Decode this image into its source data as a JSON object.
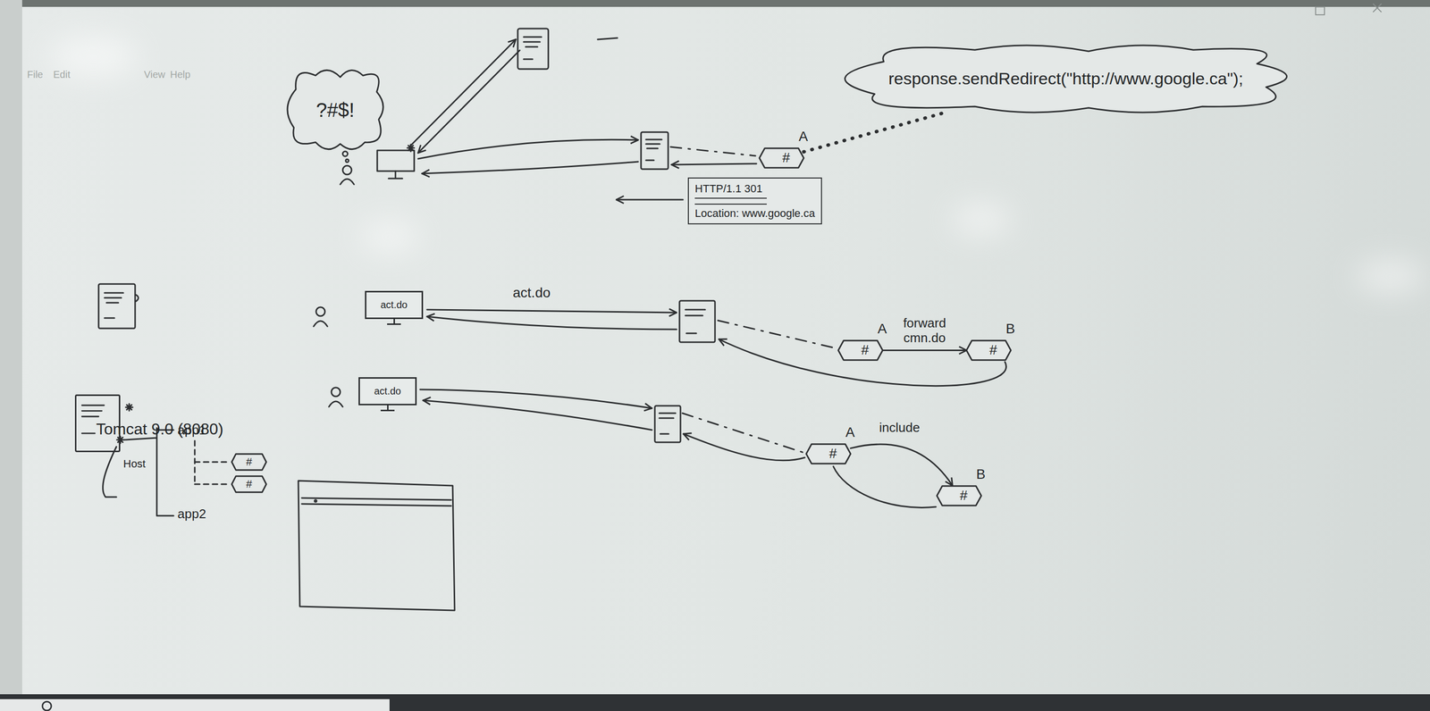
{
  "diagram": {
    "nodes": [
      {
        "text": [
          "?#$!"
        ]
      },
      {
        "text": [
          "#",
          "A"
        ]
      },
      {
        "text": [
          "response.sendRedirect(\"http://www.google.ca\");"
        ]
      },
      {
        "text": [
          "HTTP/1.1 301",
          "Location: www.google.ca"
        ]
      },
      {
        "text": [
          "act.do"
        ]
      },
      {
        "text": [
          "#",
          "A"
        ]
      },
      {
        "text": [
          "#",
          "B"
        ]
      },
      {
        "text": [
          "act.do"
        ]
      },
      {
        "text": [
          "#",
          "A"
        ]
      },
      {
        "text": [
          "#",
          "B"
        ]
      },
      {
        "text": [
          "Tomcat 9.0 (8080)"
        ]
      },
      {
        "text": [
          "#"
        ]
      },
      {
        "text": [
          "#"
        ]
      }
    ],
    "edges": [
      {
        "from": 1,
        "to": 2,
        "arrow": "none"
      },
      {
        "from": 5,
        "to": 6,
        "label": "forward cmn.do",
        "arrow": "to"
      },
      {
        "from": 8,
        "to": 9,
        "label": "include",
        "arrow": "to"
      }
    ],
    "labels": [
      "File",
      "Edit",
      "View",
      "Help",
      "act.do",
      "app1",
      "app2",
      "Host"
    ]
  }
}
